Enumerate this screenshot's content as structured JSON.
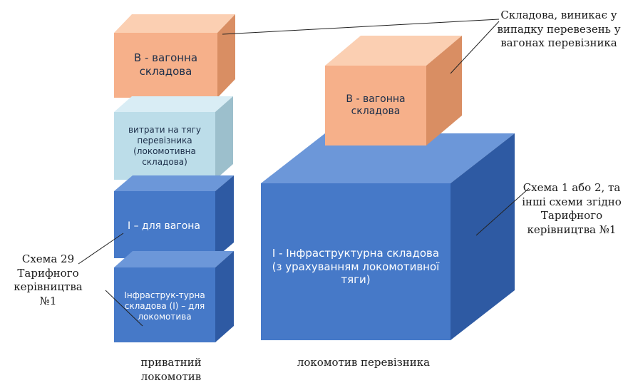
{
  "left_stack": {
    "wagon_block": "В - вагонна складова",
    "traction_block": "витрати на тягу перевізника (локомотивна складова)",
    "infra_wagon_block": "І – для вагона",
    "infra_loco_block": "Інфраструк-турна складова (І) – для локомотива",
    "caption": "приватний локомотив"
  },
  "right_stack": {
    "wagon_block": "В - вагонна складова",
    "infra_block": "І - Інфраструктурна складова (з урахуванням локомотивної тяги)",
    "caption": "локомотив перевізника"
  },
  "notes": {
    "top_right": "Складова, виникає у випадку перевезень у вагонах перевізника",
    "middle_right": "Схема 1 або 2, та інші схеми згідно Тарифного керівництва №1",
    "left": "Схема 29 Тарифного керівництва №1"
  },
  "colors": {
    "orange_front": "#f6b08a",
    "orange_top": "#fbcfb2",
    "orange_side": "#d98e63",
    "lightblue_front": "#bcdde9",
    "lightblue_top": "#d9edf5",
    "lightblue_side": "#9cbfcc",
    "blue_front": "#4679c8",
    "blue_top": "#6c97d9",
    "blue_side": "#2e5aa3"
  }
}
